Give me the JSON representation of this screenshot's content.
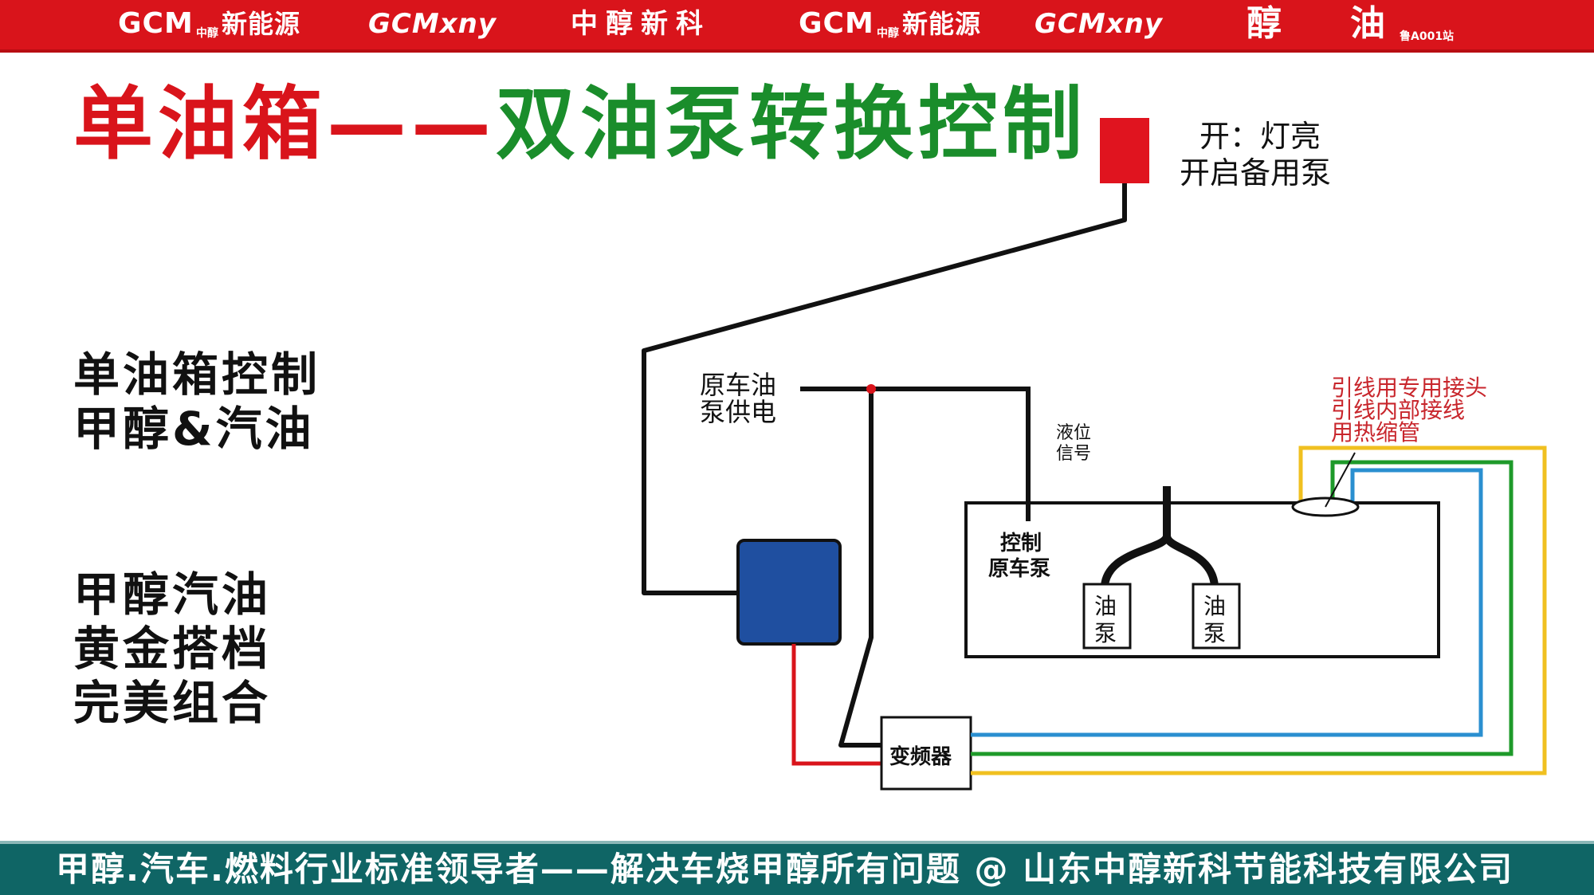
{
  "header": {
    "brand1": "GCM",
    "brand1_sub": "中醇",
    "brand1_cn": "新能源",
    "brand2": "GCMxny",
    "brand3": "中醇新科",
    "brand4": "GCM",
    "brand4_sub": "中醇",
    "brand4_cn": "新能源",
    "brand5": "GCMxny",
    "brand6a": "醇",
    "brand6b": "油",
    "station": "鲁A001站"
  },
  "title": {
    "part1": "单油箱",
    "dash": "——",
    "part2": "双油泵转换控制"
  },
  "left": {
    "line1": "单油箱控制",
    "line2": "甲醇&汽油",
    "line3": "甲醇汽油",
    "line4": "黄金搭档",
    "line5": "完美组合"
  },
  "diagram": {
    "switch_note1": "开：灯亮",
    "switch_note2": "开启备用泵",
    "supply1": "原车油",
    "supply2": "泵供电",
    "level1": "液位",
    "level2": "信号",
    "control1": "控制",
    "control2": "原车泵",
    "pump": "油泵",
    "pump_a1": "油",
    "pump_a2": "泵",
    "inverter": "变频器",
    "note1": "引线用专用接头",
    "note2": "引线内部接线",
    "note3": "用热缩管",
    "colors": {
      "red": "#d9141b",
      "switch": "#e0141f",
      "module": "#1f4fa0",
      "blue": "#2a8fd0",
      "green": "#1e9a2a",
      "yellow": "#f0c020",
      "wire": "#111111"
    }
  },
  "footer": {
    "text": "甲醇.汽车.燃料行业标准领导者——解决车烧甲醇所有问题 @ 山东中醇新科节能科技有限公司"
  }
}
